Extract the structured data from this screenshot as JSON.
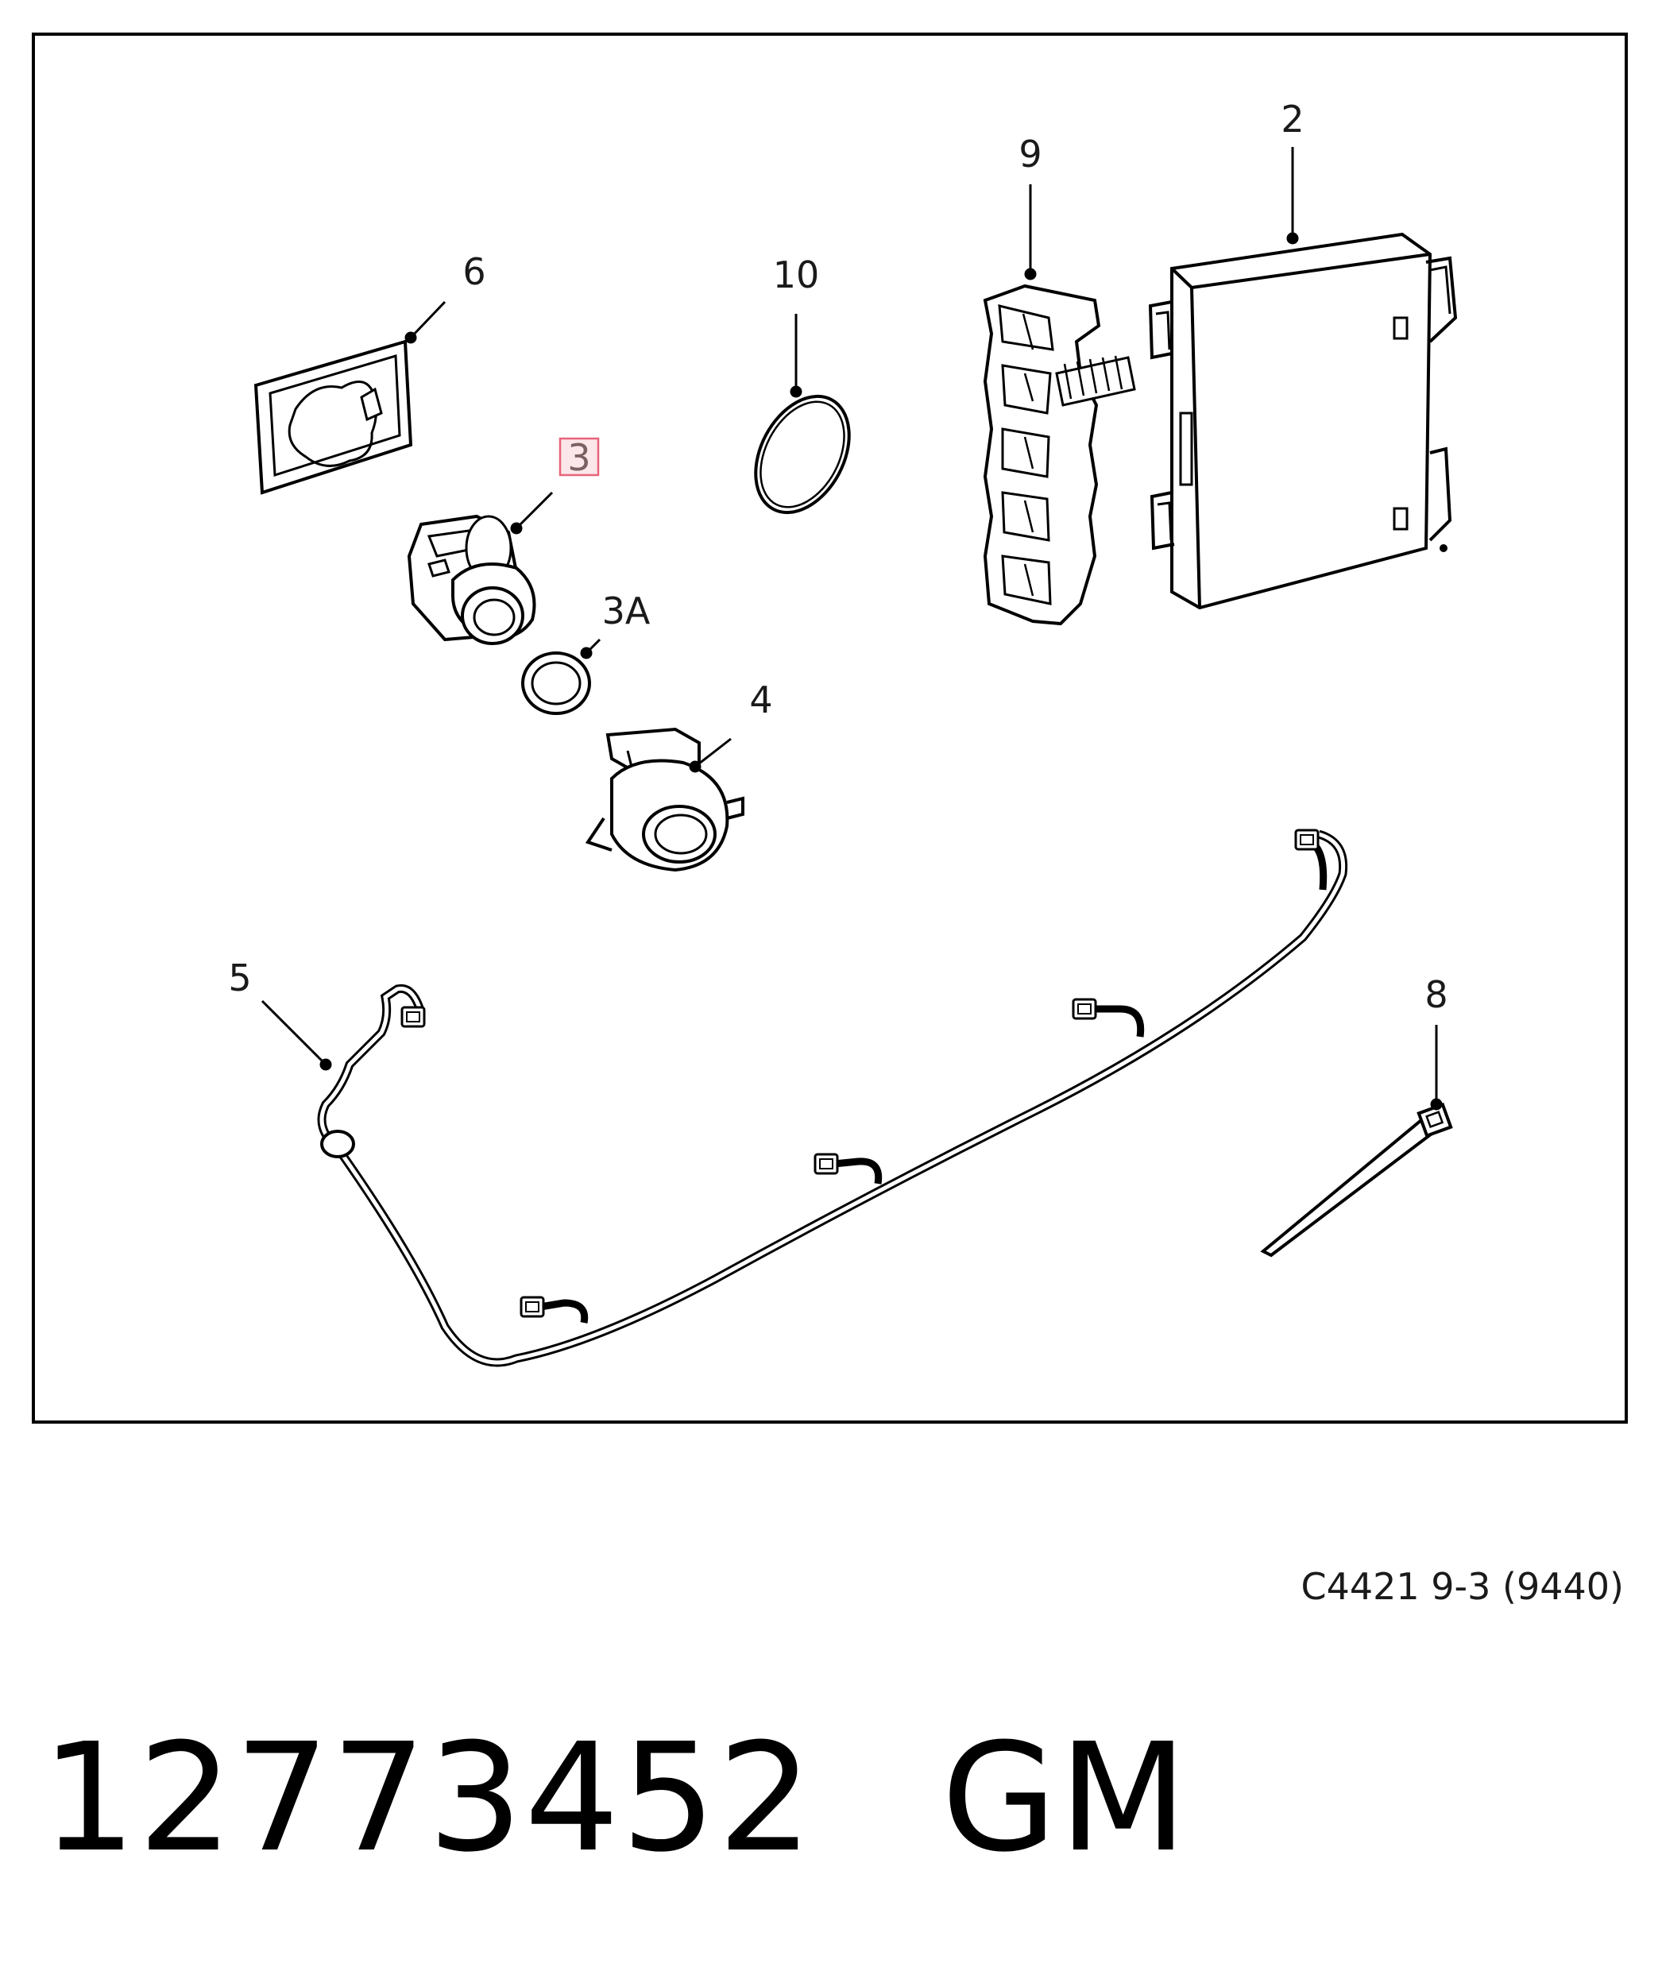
{
  "callouts": {
    "c2": "2",
    "c9": "9",
    "c6": "6",
    "c10": "10",
    "c3": "3",
    "c3a": "3A",
    "c4": "4",
    "c5": "5",
    "c8": "8"
  },
  "highlighted_callout": "3",
  "highlight_color": "#e8637a",
  "reference_code": "C4421 9-3 (9440)",
  "part_number": "12773452",
  "brand": "GM"
}
